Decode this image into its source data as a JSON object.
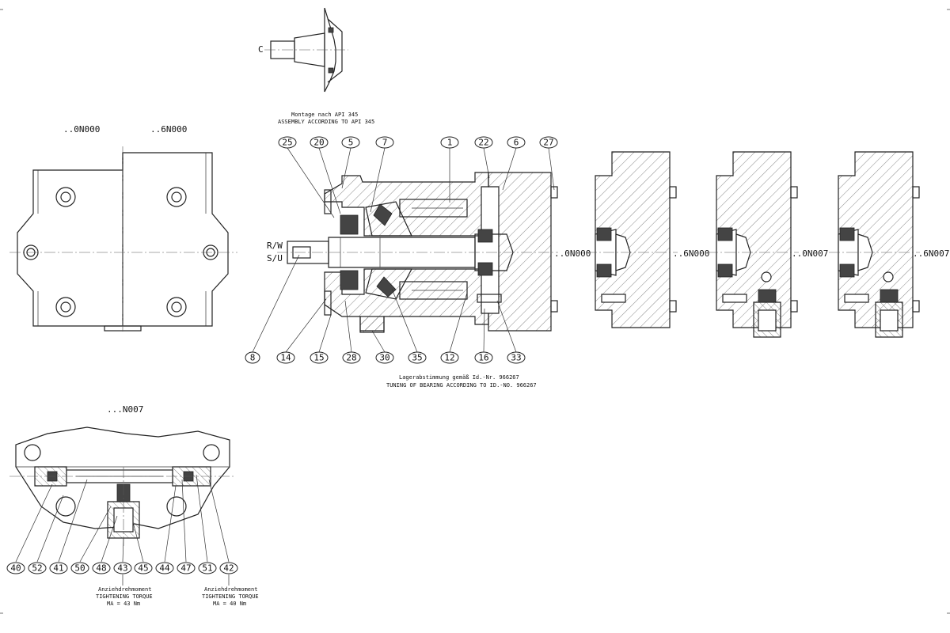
{
  "view_labels": {
    "v_0N000": "..0N000",
    "v_6N000": "..6N000",
    "v_N007": "...N007",
    "sec_0N000": "..0N000",
    "sec_6N000": "..6N000",
    "sec_0N007": "..0N007",
    "sec_6N007": "..6N007",
    "detail_c": "C",
    "rw": "R/W",
    "su": "S/U"
  },
  "notes": {
    "assembly_de": "Montage nach API 345",
    "assembly_en": "ASSEMBLY ACCORDING TO API 345",
    "bearing_de": "Lagerabstimmung gemäß Id.-Nr. 966267",
    "bearing_en": "TUNING OF BEARING ACCORDING TO ID.-NO. 966267",
    "torque1_de": "Anziehdrehmoment",
    "torque1_en": "TIGHTENING TORQUE",
    "torque1_val": "MA = 43 Nm",
    "torque2_de": "Anziehdrehmoment",
    "torque2_en": "TIGHTENING TORQUE",
    "torque2_val": "MA = 40 Nm"
  },
  "balloons_top": [
    "25",
    "20",
    "5",
    "7",
    "1",
    "22",
    "6",
    "27"
  ],
  "balloons_bottom": [
    "8",
    "14",
    "15",
    "28",
    "30",
    "35",
    "12",
    "16",
    "33"
  ],
  "balloons_n007": [
    "40",
    "52",
    "41",
    "50",
    "48",
    "43",
    "45",
    "44",
    "47",
    "51",
    "42"
  ]
}
